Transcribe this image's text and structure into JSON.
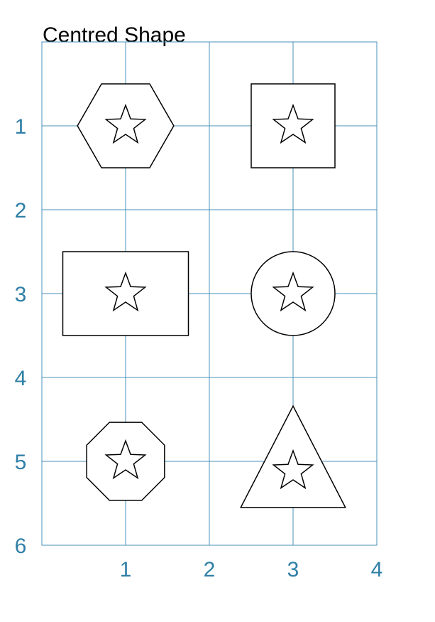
{
  "title": "Centred Shape",
  "colors": {
    "grid": "#4a90b8",
    "tick_label": "#2f7fa6",
    "shape_stroke": "#000000",
    "shape_fill": "#ffffff"
  },
  "chart_data": {
    "type": "scatter",
    "title": "Centred Shape",
    "xlim": [
      0,
      4
    ],
    "ylim": [
      0,
      6
    ],
    "y_axis_inverted": true,
    "grid": true,
    "x_ticks": [
      1,
      2,
      3,
      4
    ],
    "y_ticks": [
      1,
      2,
      3,
      4,
      5,
      6
    ],
    "x_tick_labels": [
      "1",
      "2",
      "3",
      "4"
    ],
    "y_tick_labels": [
      "1",
      "2",
      "3",
      "4",
      "5",
      "6"
    ],
    "shapes": [
      {
        "kind": "hexagon",
        "cx": 1,
        "cy": 1,
        "w": 1.15,
        "h": 1.0,
        "inner": "star"
      },
      {
        "kind": "square",
        "cx": 3,
        "cy": 1,
        "w": 1.0,
        "h": 1.0,
        "inner": "star"
      },
      {
        "kind": "rectangle",
        "cx": 1,
        "cy": 3,
        "w": 1.5,
        "h": 1.0,
        "inner": "star"
      },
      {
        "kind": "circle",
        "cx": 3,
        "cy": 3,
        "w": 1.0,
        "h": 1.0,
        "inner": "star"
      },
      {
        "kind": "octagon",
        "cx": 1,
        "cy": 5,
        "w": 0.93,
        "h": 0.93,
        "inner": "star"
      },
      {
        "kind": "triangle",
        "cx": 3,
        "cy": 5,
        "w": 1.25,
        "h": 1.1,
        "inner": "star"
      }
    ]
  }
}
